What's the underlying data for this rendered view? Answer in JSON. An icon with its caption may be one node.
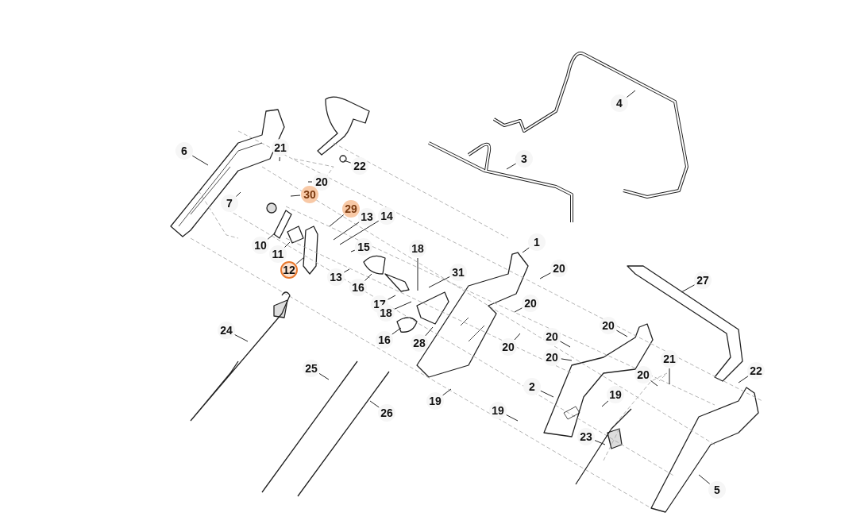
{
  "diagram": {
    "nodes": [
      {
        "text": [
          "4"
        ]
      },
      {
        "text": [
          "6"
        ]
      },
      {
        "text": [
          "21"
        ]
      },
      {
        "text": [
          "3"
        ]
      },
      {
        "text": [
          "22"
        ]
      },
      {
        "text": [
          "20"
        ]
      },
      {
        "text": [
          "30"
        ]
      },
      {
        "text": [
          "7"
        ]
      },
      {
        "text": [
          "29"
        ]
      },
      {
        "text": [
          "13"
        ]
      },
      {
        "text": [
          "14"
        ]
      },
      {
        "text": [
          "10"
        ]
      },
      {
        "text": [
          "15"
        ]
      },
      {
        "text": [
          "1"
        ]
      },
      {
        "text": [
          "18"
        ]
      },
      {
        "text": [
          "11"
        ]
      },
      {
        "text": [
          "12"
        ]
      },
      {
        "text": [
          "20"
        ]
      },
      {
        "text": [
          "31"
        ]
      },
      {
        "text": [
          "13"
        ]
      },
      {
        "text": [
          "27"
        ]
      },
      {
        "text": [
          "16"
        ]
      },
      {
        "text": [
          "20"
        ]
      },
      {
        "text": [
          "17"
        ]
      },
      {
        "text": [
          "18"
        ]
      },
      {
        "text": [
          "20"
        ]
      },
      {
        "text": [
          "24"
        ]
      },
      {
        "text": [
          "16"
        ]
      },
      {
        "text": [
          "20"
        ]
      },
      {
        "text": [
          "28"
        ]
      },
      {
        "text": [
          "20"
        ]
      },
      {
        "text": [
          "20"
        ]
      },
      {
        "text": [
          "25"
        ]
      },
      {
        "text": [
          "22"
        ]
      },
      {
        "text": [
          "20"
        ]
      },
      {
        "text": [
          "21"
        ]
      },
      {
        "text": [
          "2"
        ]
      },
      {
        "text": [
          "19"
        ]
      },
      {
        "text": [
          "19"
        ]
      },
      {
        "text": [
          "26"
        ]
      },
      {
        "text": [
          "19"
        ]
      },
      {
        "text": [
          "23"
        ]
      },
      {
        "text": [
          "5"
        ]
      }
    ],
    "edges": [
      {
        "from": 0,
        "to": null,
        "arrow": "none"
      },
      {
        "from": 1,
        "to": null,
        "arrow": "none"
      },
      {
        "from": 2,
        "to": null,
        "arrow": "none"
      },
      {
        "from": 3,
        "to": null,
        "arrow": "none"
      },
      {
        "from": 4,
        "to": null,
        "arrow": "none"
      },
      {
        "from": 5,
        "to": null,
        "arrow": "none"
      },
      {
        "from": 6,
        "to": null,
        "arrow": "none"
      },
      {
        "from": 7,
        "to": null,
        "arrow": "none"
      },
      {
        "from": 8,
        "to": null,
        "arrow": "none"
      },
      {
        "from": 9,
        "to": null,
        "arrow": "none"
      },
      {
        "from": 10,
        "to": null,
        "arrow": "none"
      },
      {
        "from": 11,
        "to": null,
        "arrow": "none"
      },
      {
        "from": 12,
        "to": null,
        "arrow": "none"
      },
      {
        "from": 13,
        "to": null,
        "arrow": "none"
      },
      {
        "from": 14,
        "to": null,
        "arrow": "none"
      },
      {
        "from": 15,
        "to": null,
        "arrow": "none"
      },
      {
        "from": 16,
        "to": null,
        "arrow": "none"
      },
      {
        "from": 17,
        "to": null,
        "arrow": "none"
      },
      {
        "from": 18,
        "to": null,
        "arrow": "none"
      },
      {
        "from": 19,
        "to": null,
        "arrow": "none"
      },
      {
        "from": 20,
        "to": null,
        "arrow": "none"
      },
      {
        "from": 21,
        "to": null,
        "arrow": "none"
      },
      {
        "from": 22,
        "to": null,
        "arrow": "none"
      },
      {
        "from": 23,
        "to": null,
        "arrow": "none"
      },
      {
        "from": 24,
        "to": null,
        "arrow": "none"
      },
      {
        "from": 25,
        "to": null,
        "arrow": "none"
      },
      {
        "from": 26,
        "to": null,
        "arrow": "none"
      },
      {
        "from": 27,
        "to": null,
        "arrow": "none"
      },
      {
        "from": 28,
        "to": null,
        "arrow": "none"
      },
      {
        "from": 29,
        "to": null,
        "arrow": "none"
      },
      {
        "from": 30,
        "to": null,
        "arrow": "none"
      },
      {
        "from": 31,
        "to": null,
        "arrow": "none"
      },
      {
        "from": 32,
        "to": null,
        "arrow": "none"
      },
      {
        "from": 33,
        "to": null,
        "arrow": "none"
      },
      {
        "from": 34,
        "to": null,
        "arrow": "none"
      },
      {
        "from": 35,
        "to": null,
        "arrow": "none"
      },
      {
        "from": 36,
        "to": null,
        "arrow": "none"
      },
      {
        "from": 37,
        "to": null,
        "arrow": "none"
      },
      {
        "from": 38,
        "to": null,
        "arrow": "none"
      },
      {
        "from": 39,
        "to": null,
        "arrow": "none"
      },
      {
        "from": 40,
        "to": null,
        "arrow": "none"
      },
      {
        "from": 41,
        "to": null,
        "arrow": "none"
      },
      {
        "from": 42,
        "to": null,
        "arrow": "none"
      }
    ]
  }
}
